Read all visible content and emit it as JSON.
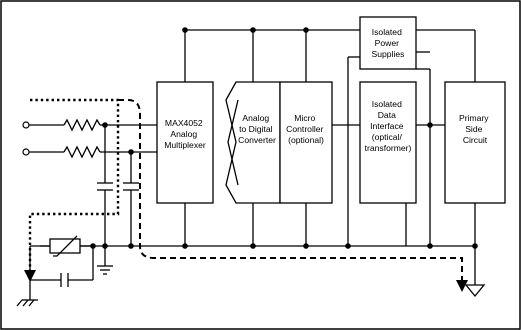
{
  "blocks": {
    "mux": [
      "MAX4052",
      "Analog",
      "Multiplexer"
    ],
    "adc": [
      "Analog",
      "to Digital",
      "Converter"
    ],
    "mcu": [
      "Micro",
      "Controller",
      "(optional)"
    ],
    "power": [
      "Isolated",
      "Power",
      "Supplies"
    ],
    "iface": [
      "Isolated",
      "Data",
      "Interface",
      "(optical/",
      "transformer)"
    ],
    "primary": [
      "Primary",
      "Side",
      "Circuit"
    ]
  }
}
